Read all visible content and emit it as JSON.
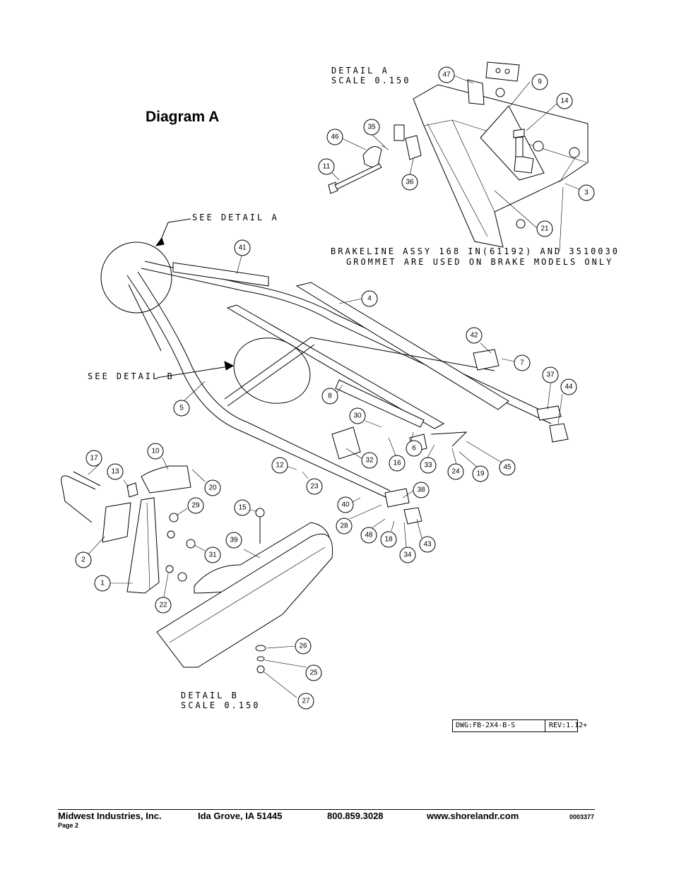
{
  "diagram_title": "Diagram A",
  "detail_a": {
    "title": "DETAIL  A",
    "scale": "SCALE  0.150"
  },
  "detail_b": {
    "title": "DETAIL  B",
    "scale": "SCALE  0.150"
  },
  "see_detail_a": "SEE DETAIL  A",
  "see_detail_b": "SEE DETAIL  B",
  "note_line1": "BRAKELINE ASSY 168 IN(61192) AND 3510030",
  "note_line2": "GROMMET ARE USED ON BRAKE MODELS ONLY",
  "dwg_number": "DWG:FB-2X4-B-S",
  "rev": "REV:1.12+",
  "callouts": [
    "47",
    "9",
    "14",
    "35",
    "46",
    "11",
    "36",
    "3",
    "21",
    "41",
    "4",
    "42",
    "7",
    "37",
    "44",
    "8",
    "5",
    "30",
    "6",
    "32",
    "16",
    "33",
    "24",
    "19",
    "45",
    "17",
    "10",
    "13",
    "20",
    "12",
    "23",
    "38",
    "29",
    "15",
    "40",
    "28",
    "2",
    "31",
    "39",
    "48",
    "18",
    "34",
    "43",
    "1",
    "22",
    "26",
    "25",
    "27"
  ],
  "footer": {
    "company": "Midwest Industries, Inc.",
    "city": "Ida Grove, IA  51445",
    "phone": "800.859.3028",
    "website": "www.shorelandr.com",
    "page": "Page 2",
    "code": "0003377"
  }
}
